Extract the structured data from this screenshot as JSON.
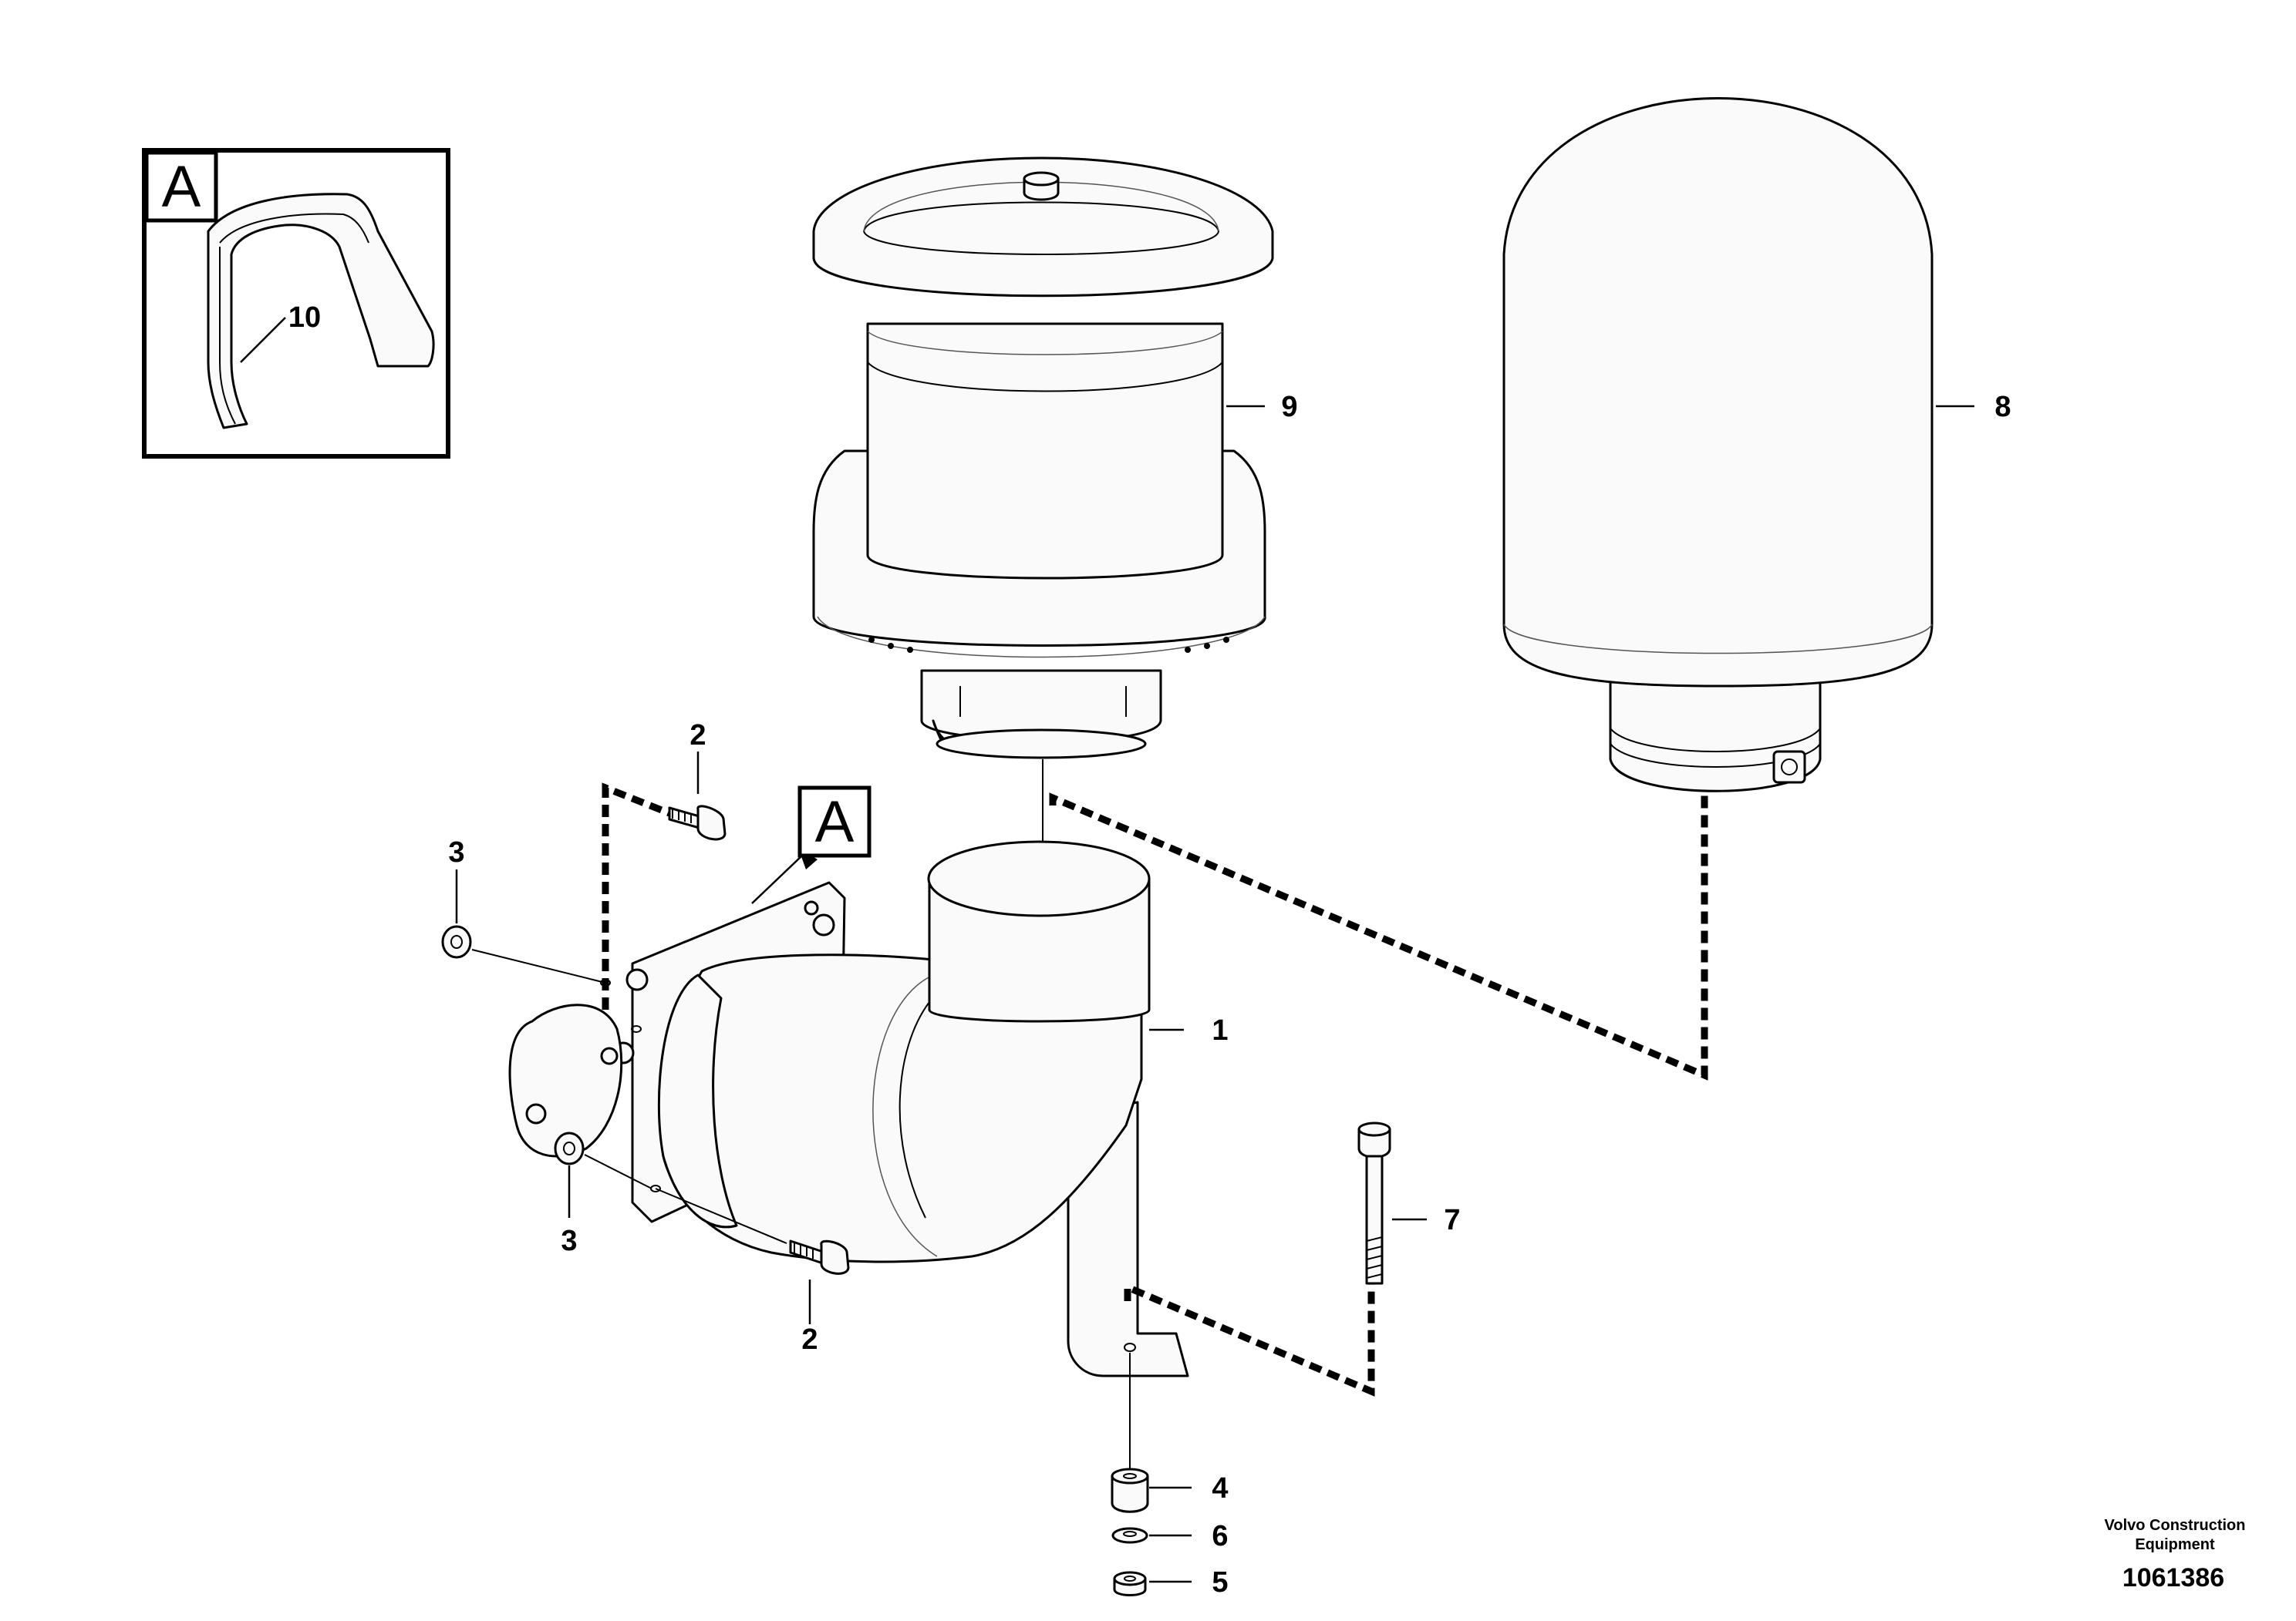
{
  "part_labels": {
    "p1": "1",
    "p2_top": "2",
    "p2_bottom": "2",
    "p3_top": "3",
    "p3_bottom": "3",
    "p4": "4",
    "p5": "5",
    "p6": "6",
    "p7": "7",
    "p8": "8",
    "p9": "9",
    "p10": "10"
  },
  "detail_markers": {
    "inset": "A",
    "callout": "A"
  },
  "credit": {
    "line1": "Volvo Construction",
    "line2": "Equipment"
  },
  "document_number": "1061386"
}
